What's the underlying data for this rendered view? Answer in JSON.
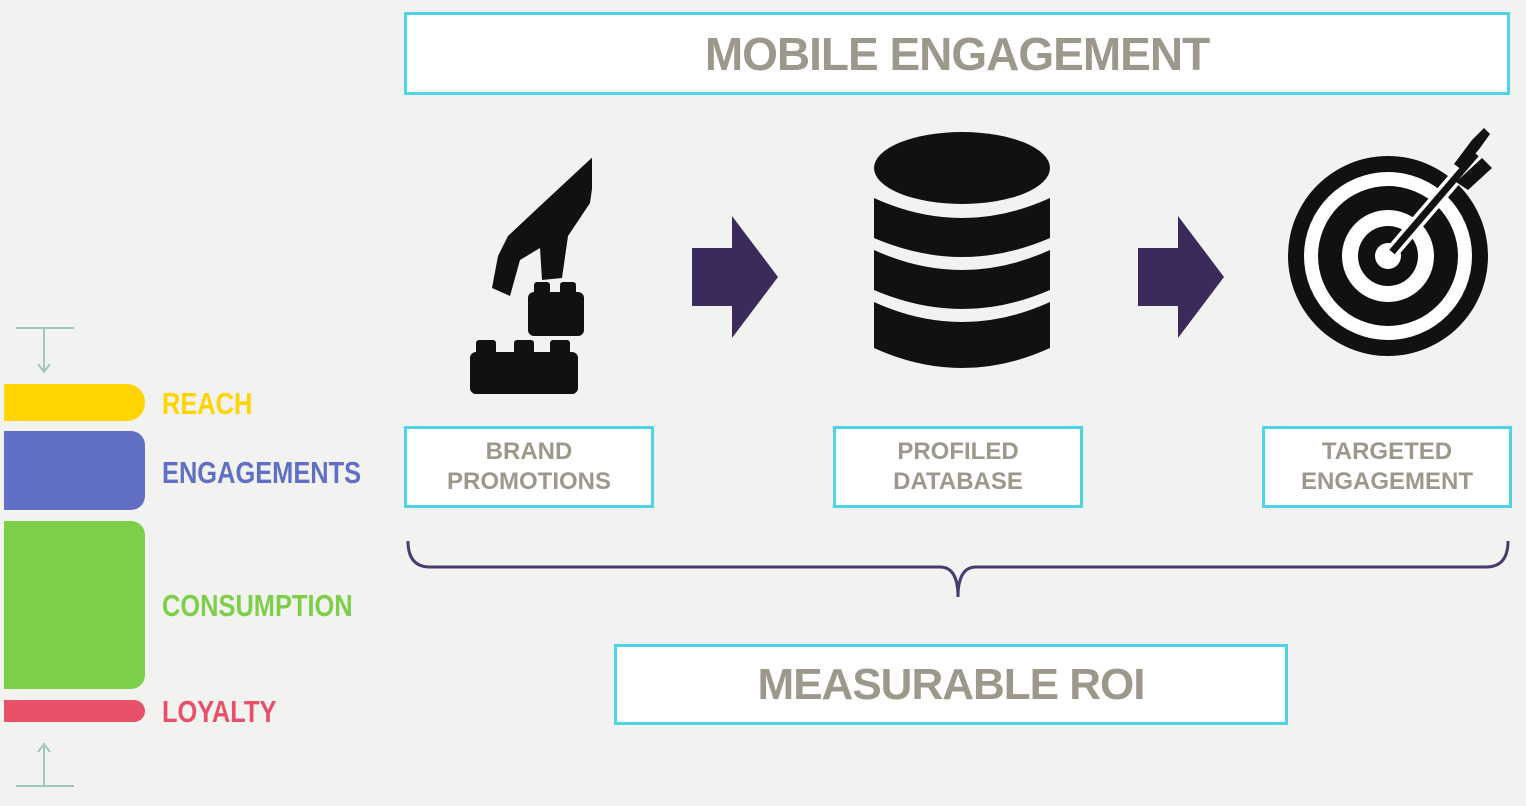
{
  "title": "MOBILE ENGAGEMENT",
  "steps": [
    {
      "label": "BRAND\nPROMOTIONS",
      "icon": "hand-building-blocks-icon"
    },
    {
      "label": "PROFILED\nDATABASE",
      "icon": "database-icon"
    },
    {
      "label": "TARGETED\nENGAGEMENT",
      "icon": "target-icon"
    }
  ],
  "result": "MEASURABLE ROI",
  "levels": [
    {
      "label": "REACH",
      "color": "#ffd400"
    },
    {
      "label": "ENGAGEMENTS",
      "color": "#6170c4"
    },
    {
      "label": "CONSUMPTION",
      "color": "#7dcf4a"
    },
    {
      "label": "LOYALTY",
      "color": "#e8506a"
    }
  ],
  "colors": {
    "box_border": "#4fd3e8",
    "box_text": "#9c988b",
    "arrow": "#3b2a5c",
    "brace": "#4a3b6e",
    "icon": "#111111"
  }
}
